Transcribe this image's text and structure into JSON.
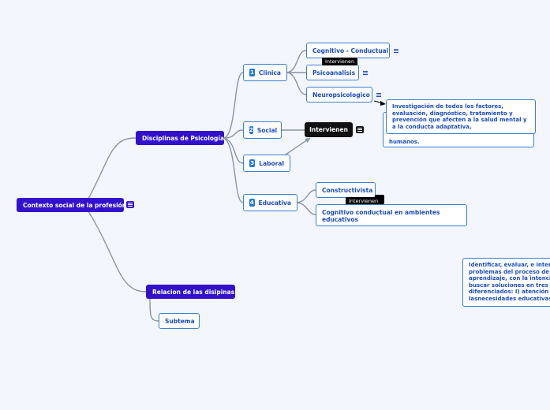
{
  "root": {
    "label": "Contexto social de la profesión"
  },
  "branches": {
    "disciplinas": {
      "label": "Disciplinas de Psicología"
    },
    "relacion": {
      "label": "Relacion de las disipinas"
    }
  },
  "subtopics": {
    "clinica": {
      "num": "1",
      "label": "Clinica"
    },
    "social": {
      "num": "2",
      "label": "Social"
    },
    "laboral": {
      "num": "3",
      "label": "Laboral"
    },
    "educativa": {
      "num": "4",
      "label": "Educativa"
    },
    "subtema": {
      "label": "Subtema"
    }
  },
  "leaves": {
    "cognitivo_conductual": "Cognitivo - Conductual",
    "psicoanalisis": "Psicoanalisis",
    "neuropsicologico": "Neuropsicologico",
    "constructivista": "Constructivista",
    "cognitivo_educativo": "Cognitivo conductual en ambientes educativos"
  },
  "relationships": {
    "intervienen_main": "Intervienen",
    "intervienen_clinica": "Intervienen",
    "intervienen_educativa": "Intervienen"
  },
  "notes": {
    "clinica_note": "Investigación de todos los factores, evaluación, diagnóstico, tratamiento y prevención que afecten a la salud mental y a la conducta adaptativa,",
    "clinica_note_tail": "humanos.",
    "educativa_note": "Identificar, evaluar, e intervenir problemas del proceso de enseñanza-aprendizaje, con la intención de buscar soluciones en tres ámbitos diferenciados: I) atención a lasnecesidades educativas"
  },
  "colors": {
    "primary": "#3311cc",
    "sub_border": "#3a7fd0",
    "sub_text": "#1a4cc2",
    "badge": "#1e78e0",
    "relationship": "#111111",
    "background": "#f3f6fd",
    "connector": "#8a94a6"
  }
}
